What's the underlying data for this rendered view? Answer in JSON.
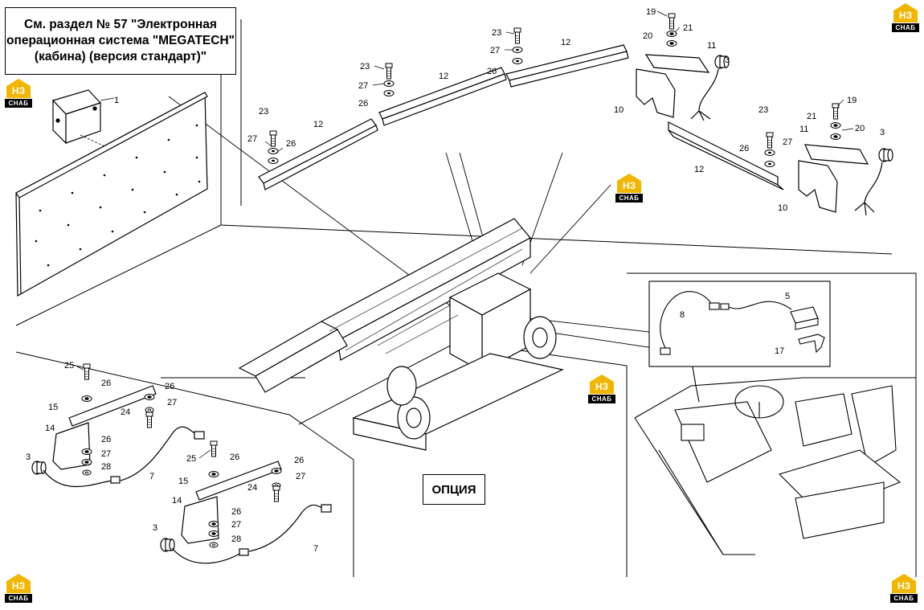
{
  "reference_note": [
    "См. раздел № 57 \"Электронная",
    "операционная система \"MEGATECH\"",
    "(кабина) (версия стандарт)\""
  ],
  "option_label": "ОПЦИЯ",
  "logo": {
    "letters": "НЗ",
    "sub": "СНАБ",
    "color": "#f2b600"
  },
  "callouts": [
    {
      "id": "c1",
      "text": "1"
    },
    {
      "id": "c3a",
      "text": "3"
    },
    {
      "id": "c3b",
      "text": "3"
    },
    {
      "id": "c3c",
      "text": "3"
    },
    {
      "id": "c3d",
      "text": "3"
    },
    {
      "id": "c5",
      "text": "5"
    },
    {
      "id": "c7a",
      "text": "7"
    },
    {
      "id": "c7b",
      "text": "7"
    },
    {
      "id": "c8",
      "text": "8"
    },
    {
      "id": "c10a",
      "text": "10"
    },
    {
      "id": "c10b",
      "text": "10"
    },
    {
      "id": "c11a",
      "text": "11"
    },
    {
      "id": "c11b",
      "text": "11"
    },
    {
      "id": "c12a",
      "text": "12"
    },
    {
      "id": "c12b",
      "text": "12"
    },
    {
      "id": "c12c",
      "text": "12"
    },
    {
      "id": "c12d",
      "text": "12"
    },
    {
      "id": "c14a",
      "text": "14"
    },
    {
      "id": "c14b",
      "text": "14"
    },
    {
      "id": "c15a",
      "text": "15"
    },
    {
      "id": "c15b",
      "text": "15"
    },
    {
      "id": "c17",
      "text": "17"
    },
    {
      "id": "c19a",
      "text": "19"
    },
    {
      "id": "c19b",
      "text": "19"
    },
    {
      "id": "c20a",
      "text": "20"
    },
    {
      "id": "c20b",
      "text": "20"
    },
    {
      "id": "c21a",
      "text": "21"
    },
    {
      "id": "c21b",
      "text": "21"
    },
    {
      "id": "c23a",
      "text": "23"
    },
    {
      "id": "c23b",
      "text": "23"
    },
    {
      "id": "c23c",
      "text": "23"
    },
    {
      "id": "c23d",
      "text": "23"
    },
    {
      "id": "c24a",
      "text": "24"
    },
    {
      "id": "c24b",
      "text": "24"
    },
    {
      "id": "c25a",
      "text": "25"
    },
    {
      "id": "c25b",
      "text": "25"
    },
    {
      "id": "c26a",
      "text": "26"
    },
    {
      "id": "c26b",
      "text": "26"
    },
    {
      "id": "c26c",
      "text": "26"
    },
    {
      "id": "c26d",
      "text": "26"
    },
    {
      "id": "c26e",
      "text": "26"
    },
    {
      "id": "c26f",
      "text": "26"
    },
    {
      "id": "c26g",
      "text": "26"
    },
    {
      "id": "c26h",
      "text": "26"
    },
    {
      "id": "c26i",
      "text": "26"
    },
    {
      "id": "c26j",
      "text": "26"
    },
    {
      "id": "c27a",
      "text": "27"
    },
    {
      "id": "c27b",
      "text": "27"
    },
    {
      "id": "c27c",
      "text": "27"
    },
    {
      "id": "c27d",
      "text": "27"
    },
    {
      "id": "c27e",
      "text": "27"
    },
    {
      "id": "c27f",
      "text": "27"
    },
    {
      "id": "c27g",
      "text": "27"
    },
    {
      "id": "c27h",
      "text": "27"
    },
    {
      "id": "c28a",
      "text": "28"
    },
    {
      "id": "c28b",
      "text": "28"
    }
  ]
}
